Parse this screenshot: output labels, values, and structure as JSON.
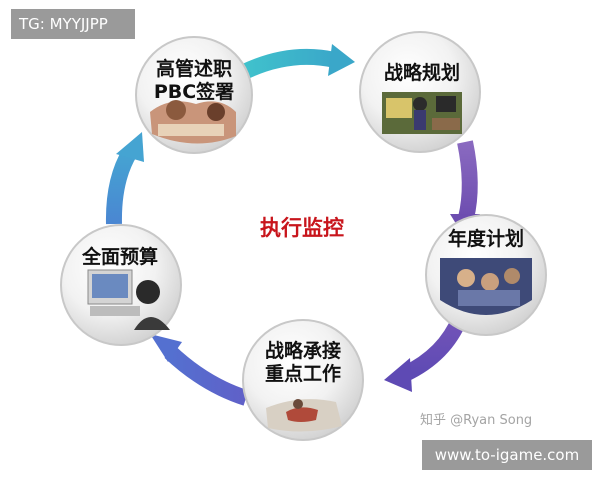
{
  "header": {
    "tag": "TG: MYYJJPP"
  },
  "center": {
    "label": "执行监控"
  },
  "nodes": [
    {
      "lines": [
        "高管述职",
        "PBC签署"
      ],
      "icon": "meeting-photo-icon"
    },
    {
      "lines": [
        "战略规划"
      ],
      "icon": "planning-photo-icon"
    },
    {
      "lines": [
        "年度计划"
      ],
      "icon": "team-photo-icon"
    },
    {
      "lines": [
        "战略承接",
        "重点工作"
      ],
      "icon": "work-photo-icon"
    },
    {
      "lines": [
        "全面预算"
      ],
      "icon": "computer-photo-icon"
    }
  ],
  "arrows": [
    {
      "from": "高管述职 PBC签署",
      "to": "战略规划",
      "color": "#3db8c8"
    },
    {
      "from": "战略规划",
      "to": "年度计划",
      "color": "#7a5ab8"
    },
    {
      "from": "年度计划",
      "to": "战略承接 重点工作",
      "color": "#6a52b6"
    },
    {
      "from": "战略承接 重点工作",
      "to": "全面预算",
      "color": "#5d6ad0"
    },
    {
      "from": "全面预算",
      "to": "高管述职 PBC签署",
      "color": "#4c90d4"
    }
  ],
  "watermark": "知乎 @Ryan Song",
  "footer": {
    "tag": "www.to-igame.com"
  }
}
